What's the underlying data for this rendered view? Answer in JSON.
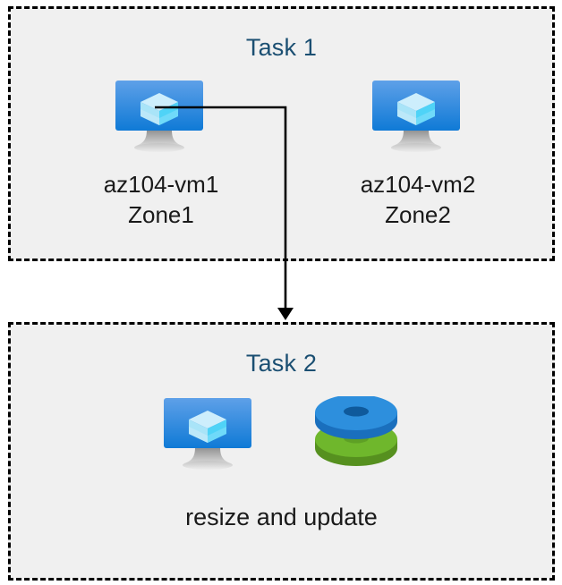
{
  "diagram": {
    "background_color": "#ffffff",
    "box_fill_color": "#f0f0f0",
    "box_border_color": "#000000",
    "title_color": "#1b4f72",
    "label_color": "#1a1a1a",
    "connector_color": "#000000"
  },
  "task1": {
    "title": "Task 1",
    "vms": [
      {
        "icon": "virtual-machine-icon",
        "name": "az104-vm1",
        "zone": "Zone1",
        "label": "az104-vm1\nZone1"
      },
      {
        "icon": "virtual-machine-icon",
        "name": "az104-vm2",
        "zone": "Zone2",
        "label": "az104-vm2\nZone2"
      }
    ]
  },
  "task2": {
    "title": "Task 2",
    "icons": [
      "virtual-machine-icon",
      "disks-icon"
    ],
    "caption": "resize and update"
  },
  "connector": {
    "from": "az104-vm1",
    "to": "Task 2",
    "style": "elbow-arrow",
    "arrow_color": "#000000"
  },
  "icon_colors": {
    "monitor_screen_top": "#5ea0e8",
    "monitor_screen_bottom": "#0f7ad6",
    "monitor_stand": "#b8b8b8",
    "cube_top": "#cdeefc",
    "cube_left": "#9fe0f5",
    "cube_right": "#4fd3f7",
    "disk_blue_top": "#2d8fdd",
    "disk_blue_side": "#1a6fbd",
    "disk_blue_hole": "#0f5a9c",
    "disk_green_top": "#6fb72c",
    "disk_green_side": "#56901f",
    "disk_green_hole": "#5ea025"
  }
}
